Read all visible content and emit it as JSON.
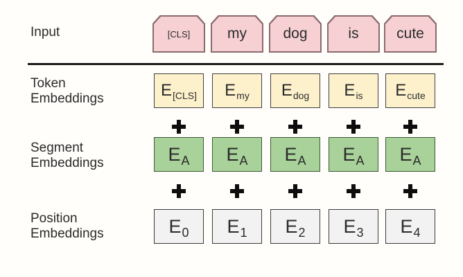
{
  "labels": {
    "input": "Input",
    "token": [
      "Token",
      "Embeddings"
    ],
    "segment": [
      "Segment",
      "Embeddings"
    ],
    "position": [
      "Position",
      "Embeddings"
    ]
  },
  "inputs": [
    "[CLS]",
    "my",
    "dog",
    "is",
    "cute"
  ],
  "token_embeddings": [
    {
      "base": "E",
      "sub": "[CLS]"
    },
    {
      "base": "E",
      "sub": "my"
    },
    {
      "base": "E",
      "sub": "dog"
    },
    {
      "base": "E",
      "sub": "is"
    },
    {
      "base": "E",
      "sub": "cute"
    }
  ],
  "segment_embeddings": [
    {
      "base": "E",
      "sub": "A"
    },
    {
      "base": "E",
      "sub": "A"
    },
    {
      "base": "E",
      "sub": "A"
    },
    {
      "base": "E",
      "sub": "A"
    },
    {
      "base": "E",
      "sub": "A"
    }
  ],
  "position_embeddings": [
    {
      "base": "E",
      "sub": "0"
    },
    {
      "base": "E",
      "sub": "1"
    },
    {
      "base": "E",
      "sub": "2"
    },
    {
      "base": "E",
      "sub": "3"
    },
    {
      "base": "E",
      "sub": "4"
    }
  ],
  "colors": {
    "input_fill": "#f6d0d2",
    "token_fill": "#fdf1cc",
    "segment_fill": "#a9d19a",
    "position_fill": "#f2f2f2"
  }
}
